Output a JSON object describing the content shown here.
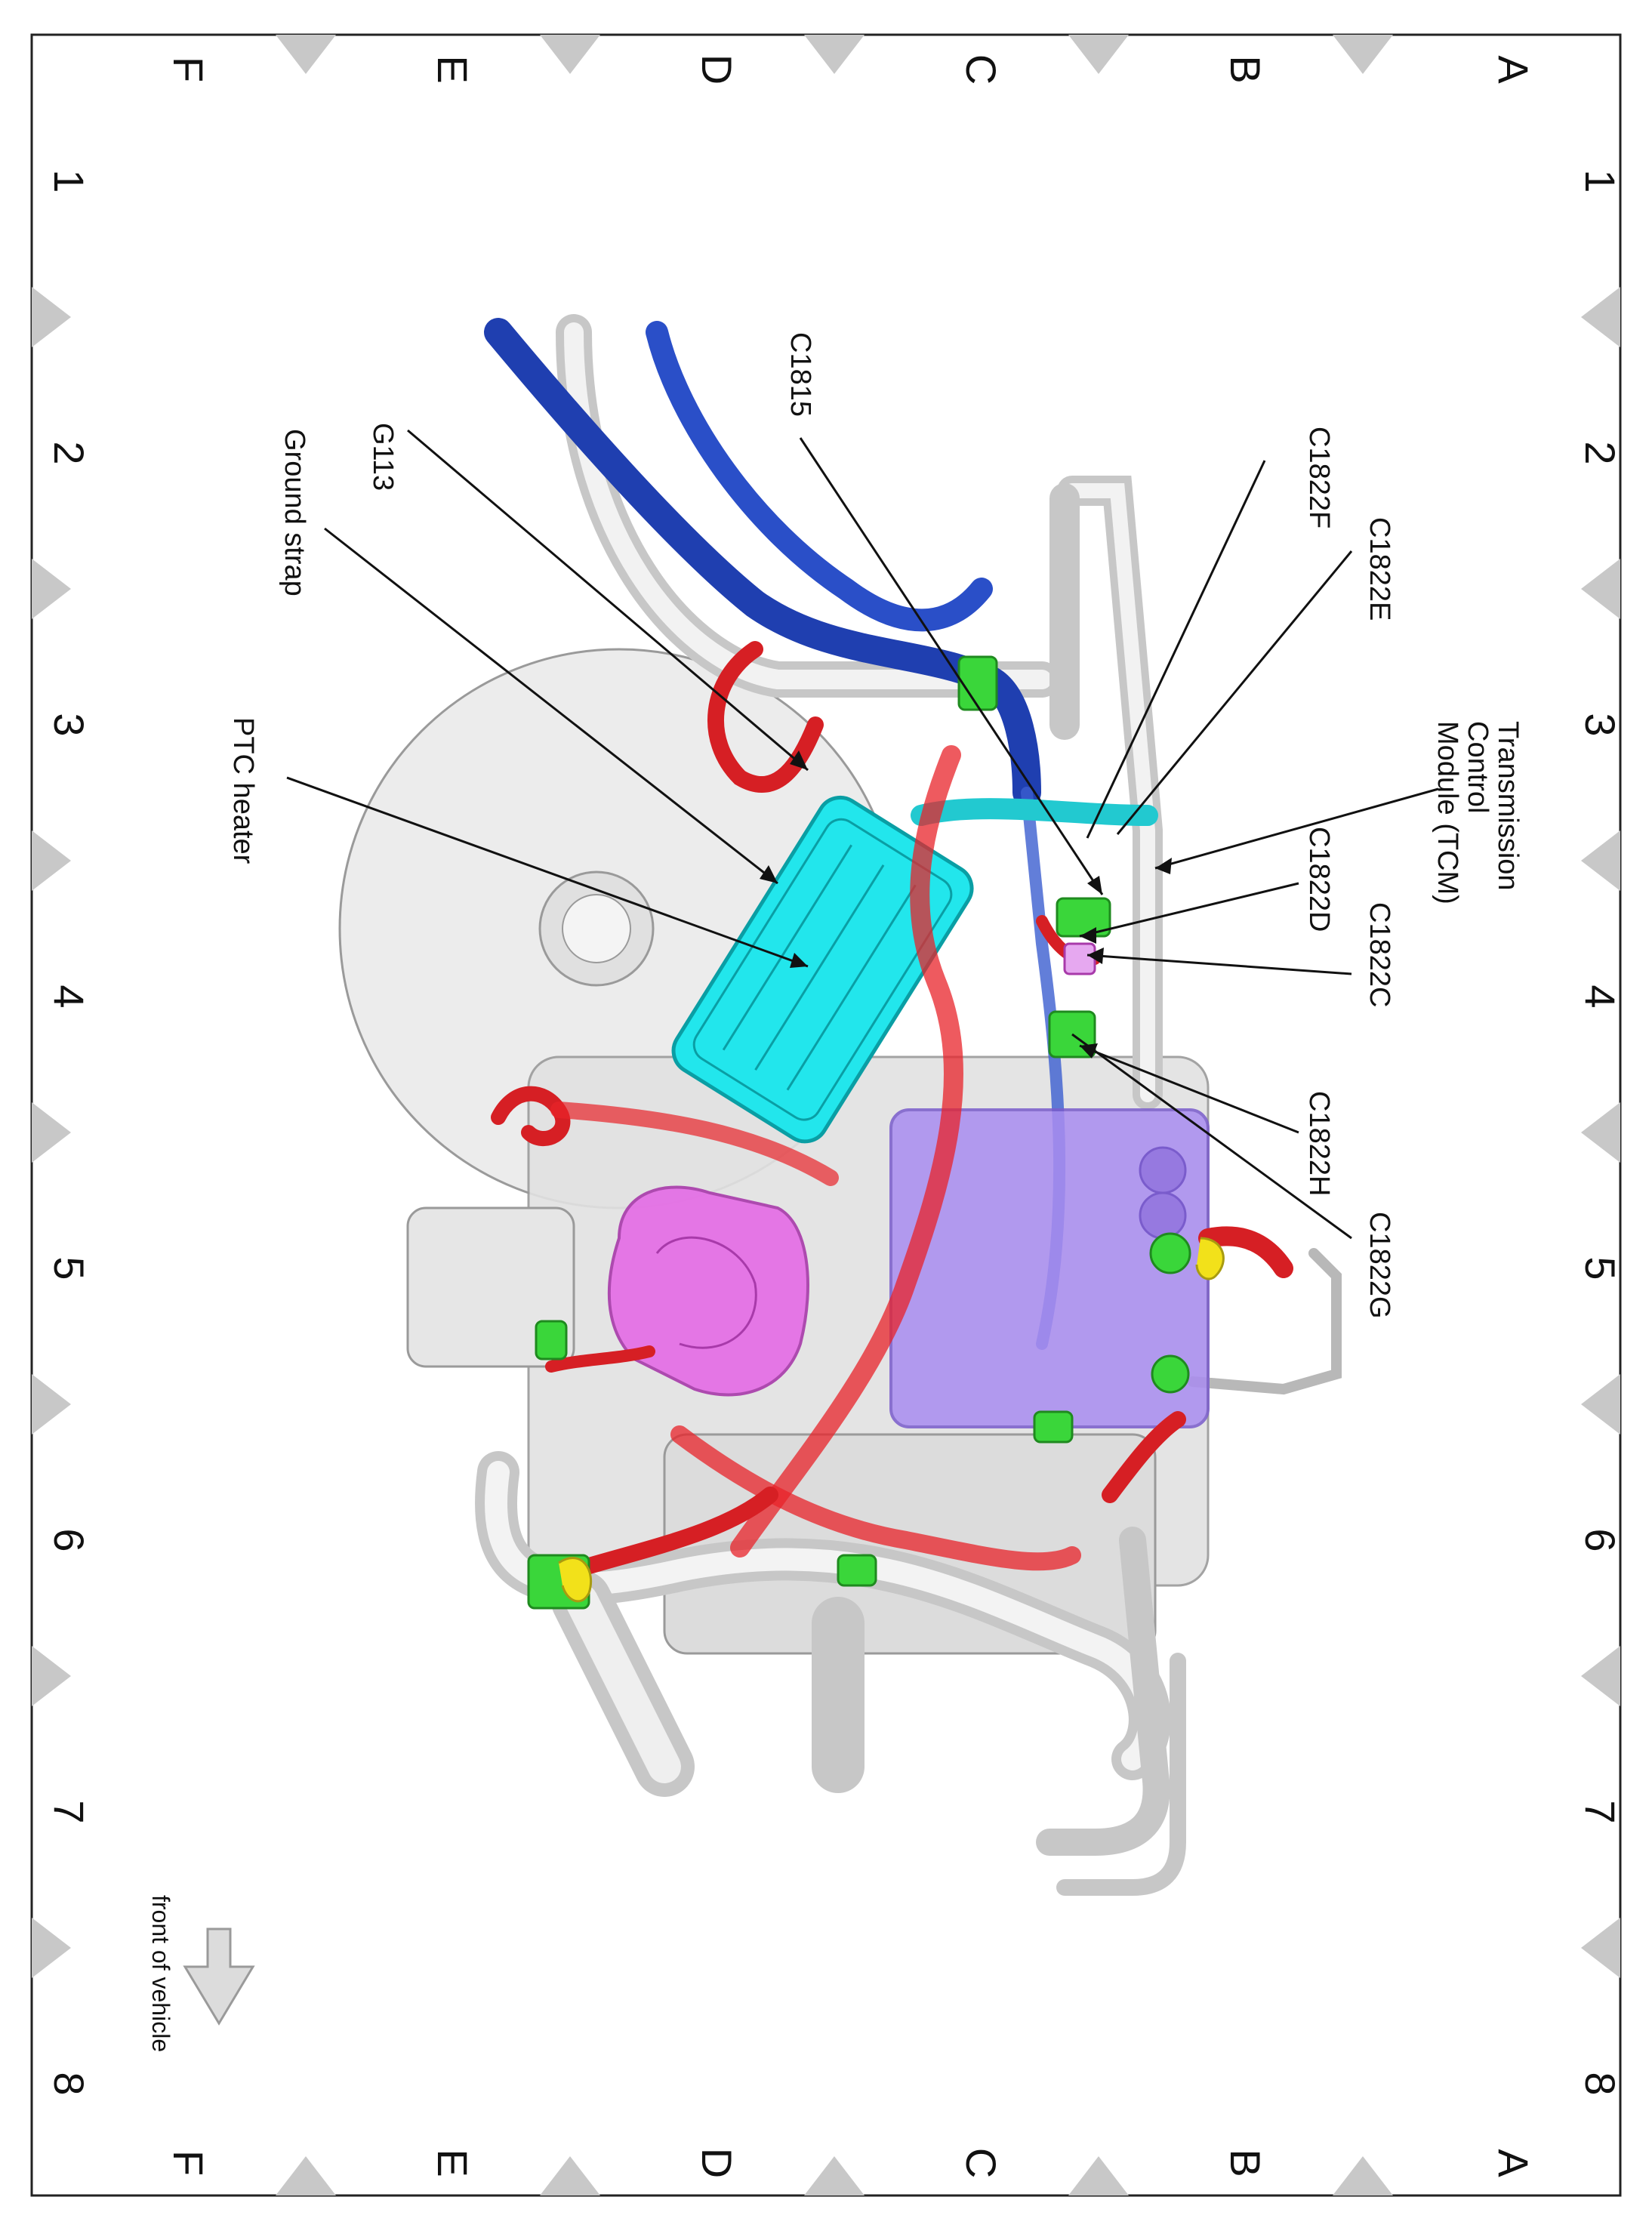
{
  "grid": {
    "rows": [
      "A",
      "B",
      "C",
      "D",
      "E",
      "F"
    ],
    "columns": [
      "1",
      "2",
      "3",
      "4",
      "5",
      "6",
      "7",
      "8"
    ]
  },
  "callouts": {
    "tcm": [
      "Transmission",
      "Control",
      "Module (TCM)"
    ],
    "c1822f": "C1822F",
    "c1822e": "C1822E",
    "c1822d": "C1822D",
    "c1822c": "C1822C",
    "c1822h": "C1822H",
    "c1822g": "C1822G",
    "c1815": "C1815",
    "g113": "G113",
    "ground_strap": "Ground strap",
    "ptc_heater": "PTC heater"
  },
  "orientation_note": "front of vehicle",
  "colors": {
    "grid_triangle": "#c8c8c8",
    "harness_red": "#e8232a",
    "harness_blue": "#1f3fb0",
    "ptc_heater": "#22e6ec",
    "tcm_module": "#a98cf0",
    "pump_magenta": "#e46be6",
    "connector_green": "#3ad63a",
    "engine_gray": "#d6d6d6"
  }
}
